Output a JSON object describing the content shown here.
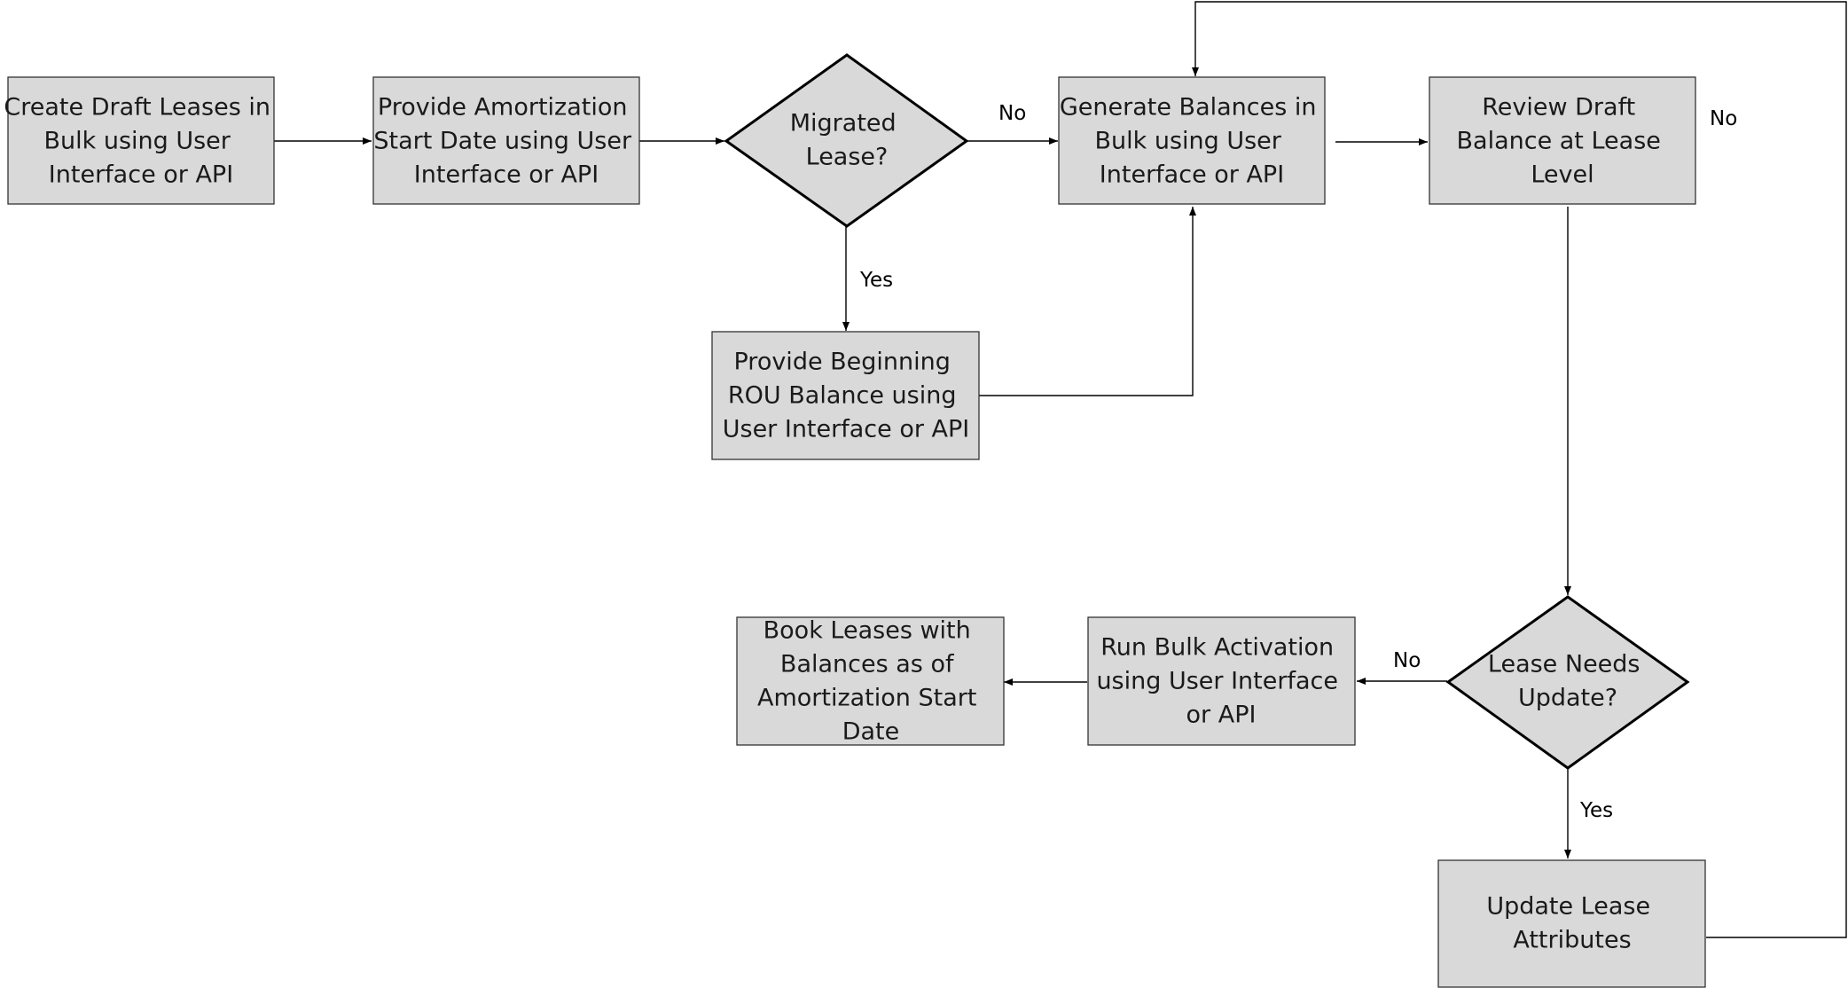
{
  "nodes": {
    "create_draft": {
      "kind": "process",
      "lines": [
        "Create Draft Leases in",
        "Bulk using User",
        "Interface or API"
      ]
    },
    "provide_amortization": {
      "kind": "process",
      "lines": [
        "Provide Amortization",
        "Start Date using User",
        "Interface or API"
      ]
    },
    "migrated_lease": {
      "kind": "decision",
      "lines": [
        "Migrated",
        "Lease?"
      ]
    },
    "generate_balances": {
      "kind": "process",
      "lines": [
        "Generate Balances in",
        "Bulk using User",
        "Interface or API"
      ]
    },
    "review_draft": {
      "kind": "process",
      "lines": [
        "Review Draft",
        "Balance at Lease",
        "Level"
      ]
    },
    "provide_beginning": {
      "kind": "process",
      "lines": [
        "Provide Beginning",
        "ROU Balance using",
        "User Interface or API"
      ]
    },
    "lease_needs_update": {
      "kind": "decision",
      "lines": [
        "Lease Needs",
        "Update?"
      ]
    },
    "run_bulk_activation": {
      "kind": "process",
      "lines": [
        "Run Bulk Activation",
        "using User Interface",
        "or API"
      ]
    },
    "book_leases": {
      "kind": "process",
      "lines": [
        "Book Leases with",
        "Balances as of",
        "Amortization Start",
        "Date"
      ]
    },
    "update_attributes": {
      "kind": "process",
      "lines": [
        "Update Lease",
        "Attributes"
      ]
    }
  },
  "edge_labels": {
    "migrated_no": "No",
    "migrated_yes": "Yes",
    "review_no": "No",
    "update_no": "No",
    "update_yes": "Yes"
  },
  "edges": [
    {
      "from": "create_draft",
      "to": "provide_amortization"
    },
    {
      "from": "provide_amortization",
      "to": "migrated_lease"
    },
    {
      "from": "migrated_lease",
      "to": "generate_balances",
      "label": "migrated_no"
    },
    {
      "from": "migrated_lease",
      "to": "provide_beginning",
      "label": "migrated_yes"
    },
    {
      "from": "provide_beginning",
      "to": "generate_balances"
    },
    {
      "from": "generate_balances",
      "to": "review_draft"
    },
    {
      "from": "review_draft",
      "to": "lease_needs_update"
    },
    {
      "from": "lease_needs_update",
      "to": "run_bulk_activation",
      "label": "update_no"
    },
    {
      "from": "lease_needs_update",
      "to": "update_attributes",
      "label": "update_yes"
    },
    {
      "from": "run_bulk_activation",
      "to": "book_leases"
    },
    {
      "from": "update_attributes",
      "to": "generate_balances"
    }
  ],
  "colors": {
    "node_fill": "#d9d9d9",
    "box_border": "#333333",
    "decision_border": "#000000",
    "text": "#1a1a1a",
    "line": "#000000"
  }
}
